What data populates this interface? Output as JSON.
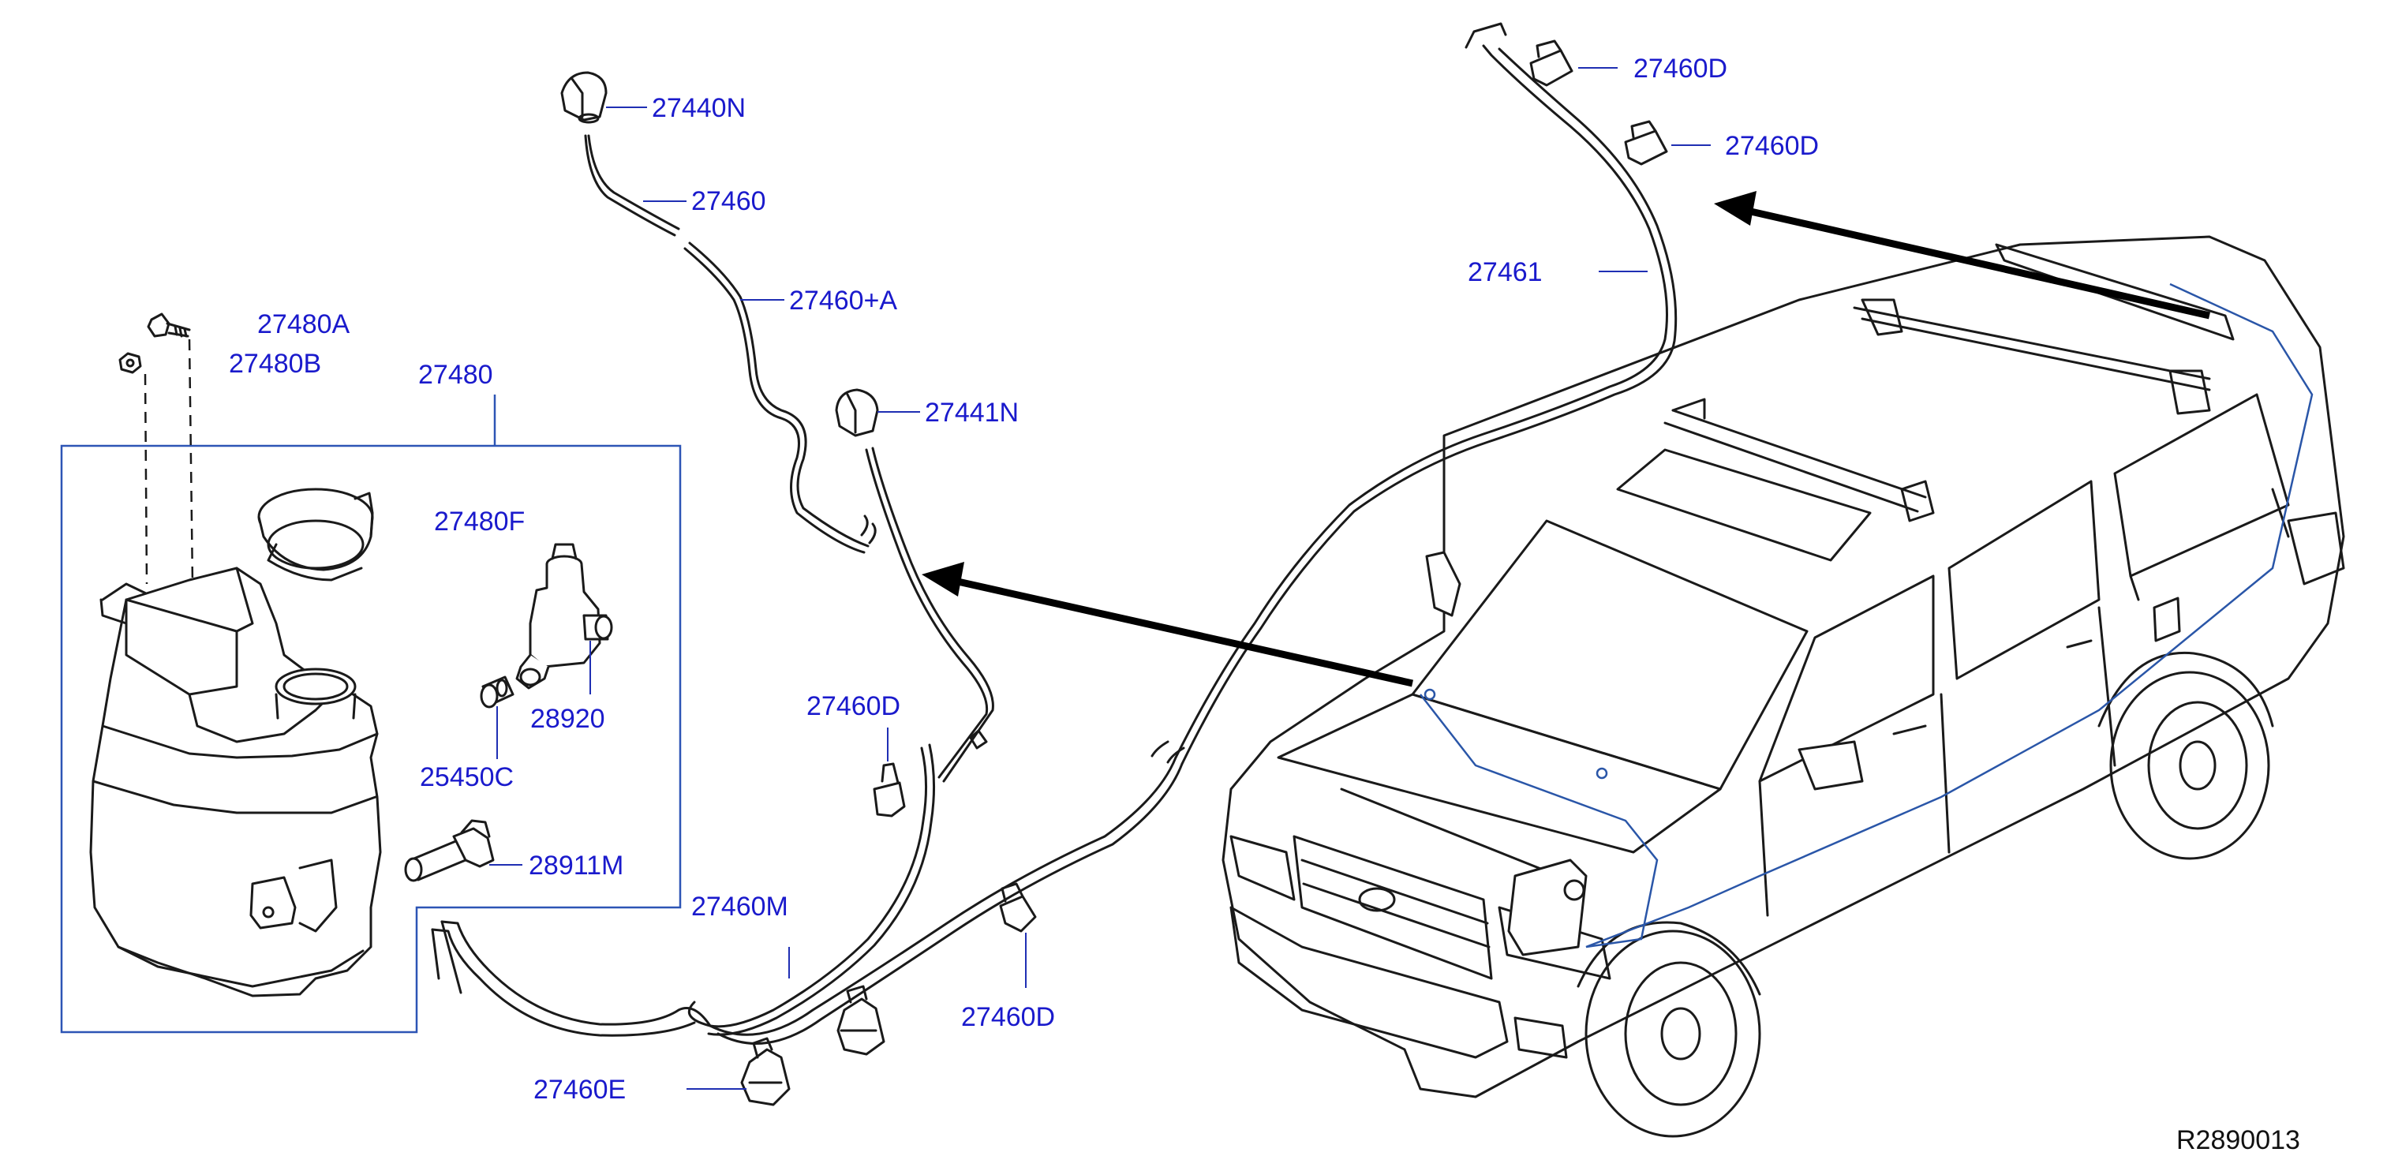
{
  "diagram": {
    "reference_code": "R2890013",
    "colors": {
      "label": "#1a1acc",
      "leader": "#1f2fb3",
      "part_outline": "#1a1a1a",
      "assembly_box": "#2d55b5",
      "vehicle_hose": "#2a56a8"
    },
    "labels": {
      "p27440N": "27440N",
      "p27460": "27460",
      "p27460A": "27460+A",
      "p27441N": "27441N",
      "p27480A": "27480A",
      "p27480B": "27480B",
      "p27480": "27480",
      "p27480F": "27480F",
      "p28920": "28920",
      "p25450C": "25450C",
      "p28911M": "28911M",
      "p27460D_mid": "27460D",
      "p27460M": "27460M",
      "p27460D_low": "27460D",
      "p27460E": "27460E",
      "p27460D_top1": "27460D",
      "p27460D_top2": "27460D",
      "p27461": "27461"
    }
  }
}
